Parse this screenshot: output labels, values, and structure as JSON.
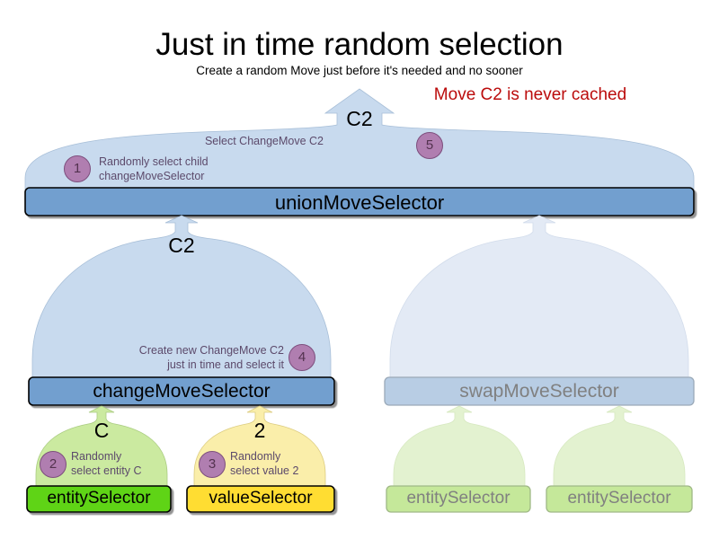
{
  "header": {
    "title": "Just in time random selection",
    "subtitle": "Create a random Move just before it's needed and no sooner",
    "warning": "Move C2 is never cached"
  },
  "colors": {
    "box_blue_fill": "#729fcf",
    "box_blue_fill_faded": "#b8cde4",
    "bubble_blue_fill": "#c8daee",
    "bubble_blue_fill_faded": "#e3eaf5",
    "box_green_fill": "#5fd417",
    "bubble_green_fill": "#cbeaa0",
    "bubble_green_fill_faded": "#e3f2d0",
    "box_yellow_fill": "#ffdd33",
    "bubble_yellow_fill": "#faeeaa",
    "number_fill": "#b07eb0",
    "number_stroke": "#7d4e7d",
    "annotation_text": "#5c4a6b",
    "warning_text": "#bb0c0c",
    "faded_text": "#808080"
  },
  "nodes": {
    "union_move_selector": {
      "label": "unionMoveSelector",
      "move": "C2"
    },
    "change_move_selector": {
      "label": "changeMoveSelector",
      "move": "C2"
    },
    "swap_move_selector": {
      "label": "swapMoveSelector",
      "move": ""
    },
    "entity_selector_c": {
      "label": "entitySelector",
      "move": "C"
    },
    "value_selector_2": {
      "label": "valueSelector",
      "move": "2"
    },
    "swap_entity_selector_1": {
      "label": "entitySelector",
      "move": ""
    },
    "swap_entity_selector_2": {
      "label": "entitySelector",
      "move": ""
    }
  },
  "annotations": [
    {
      "number": "1",
      "line1": "Randomly select child",
      "line2": "changeMoveSelector"
    },
    {
      "number": "2",
      "line1": "Randomly",
      "line2": "select entity C"
    },
    {
      "number": "3",
      "line1": "Randomly",
      "line2": "select value 2"
    },
    {
      "number": "4",
      "line1": "Create new ChangeMove C2",
      "line2": "just in time and select it"
    },
    {
      "number": "5",
      "line1": "Select ChangeMove C2",
      "line2": ""
    }
  ]
}
